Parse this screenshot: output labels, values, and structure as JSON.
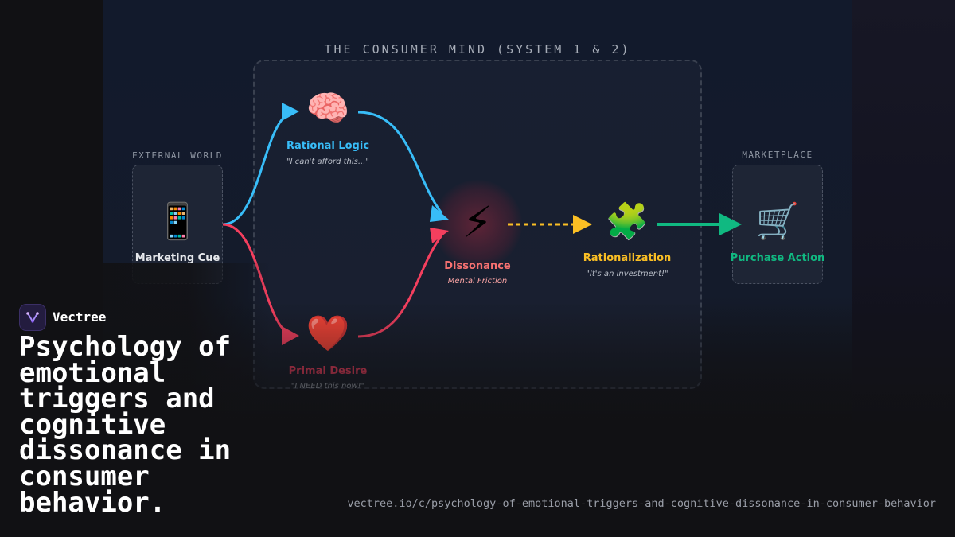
{
  "diagram": {
    "mind_label": "THE CONSUMER MIND (SYSTEM 1 & 2)",
    "external_label": "EXTERNAL WORLD",
    "marketplace_label": "MARKETPLACE",
    "nodes": {
      "marketing_cue": {
        "icon": "📱",
        "title": "Marketing Cue"
      },
      "rational_logic": {
        "icon": "🧠",
        "title": "Rational Logic",
        "subtitle": "\"I can't afford this...\""
      },
      "primal_desire": {
        "icon": "❤️",
        "title": "Primal Desire",
        "subtitle": "\"I NEED this now!\""
      },
      "dissonance": {
        "icon": "⚡",
        "title": "Dissonance",
        "subtitle": "Mental Friction"
      },
      "rationalization": {
        "icon": "🧩",
        "title": "Rationalization",
        "subtitle": "\"It's an investment!\""
      },
      "purchase_action": {
        "icon": "🛒",
        "title": "Purchase Action"
      }
    },
    "colors": {
      "logic": "#38bdf8",
      "desire": "#f43f5e",
      "rationalization": "#fbbf24",
      "purchase": "#10b981",
      "dissonance": "#f87171"
    }
  },
  "brand": {
    "name": "Vectree",
    "logo_icon": "vectree-logo-icon"
  },
  "headline": "Psychology of emotional triggers and cognitive dissonance in consumer behavior.",
  "url": "vectree.io/c/psychology-of-emotional-triggers-and-cognitive-dissonance-in-consumer-behavior"
}
